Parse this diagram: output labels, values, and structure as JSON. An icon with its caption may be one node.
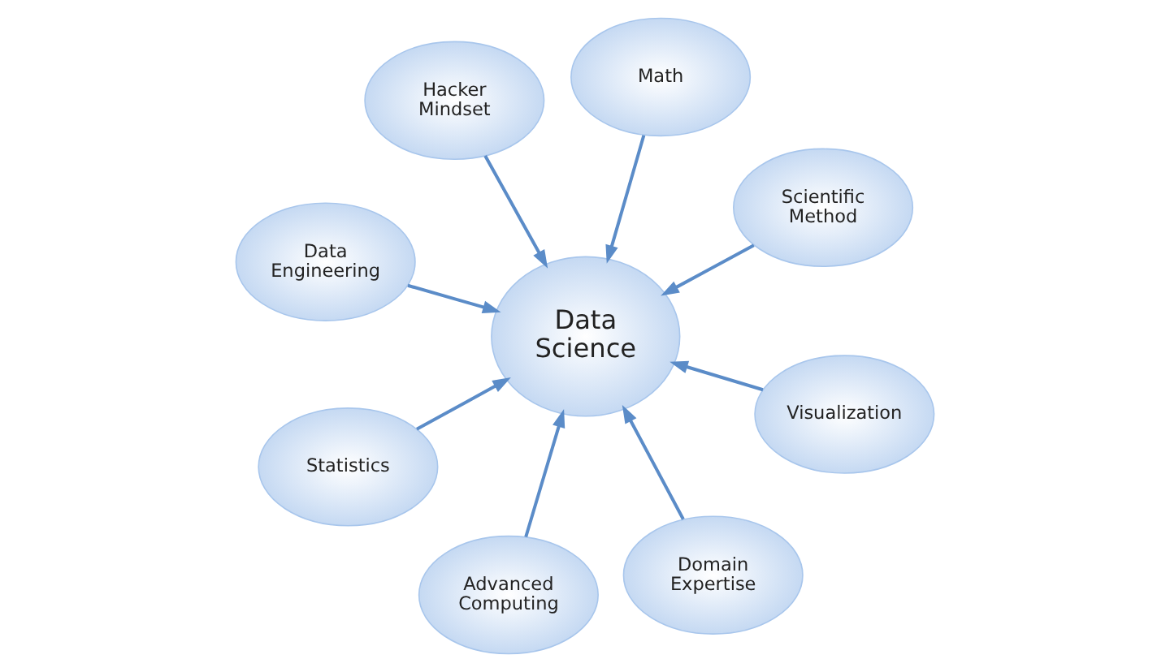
{
  "diagram": {
    "nodes": [
      {
        "text": [
          "Data Engineering"
        ]
      },
      {
        "text": [
          "Scientific Method"
        ]
      },
      {
        "text": [
          "Domain Expertise"
        ]
      },
      {
        "text": [
          "Math"
        ]
      },
      {
        "text": [
          "Data Science"
        ]
      },
      {
        "text": [
          "Hacker Mindset"
        ]
      },
      {
        "text": [
          "Statistics"
        ]
      },
      {
        "text": [
          "Visualization"
        ]
      },
      {
        "text": [
          "Advanced Computing"
        ]
      }
    ],
    "edges": [
      {
        "from": 0,
        "to": 4,
        "arrow": "to"
      },
      {
        "from": 1,
        "to": 4,
        "arrow": "to"
      },
      {
        "from": 2,
        "to": 4,
        "arrow": "to"
      },
      {
        "from": 3,
        "to": 4,
        "arrow": "to"
      },
      {
        "from": 5,
        "to": 4,
        "arrow": "to"
      },
      {
        "from": 6,
        "to": 4,
        "arrow": "to"
      },
      {
        "from": 7,
        "to": 4,
        "arrow": "to"
      },
      {
        "from": 8,
        "to": 4,
        "arrow": "to"
      }
    ]
  }
}
